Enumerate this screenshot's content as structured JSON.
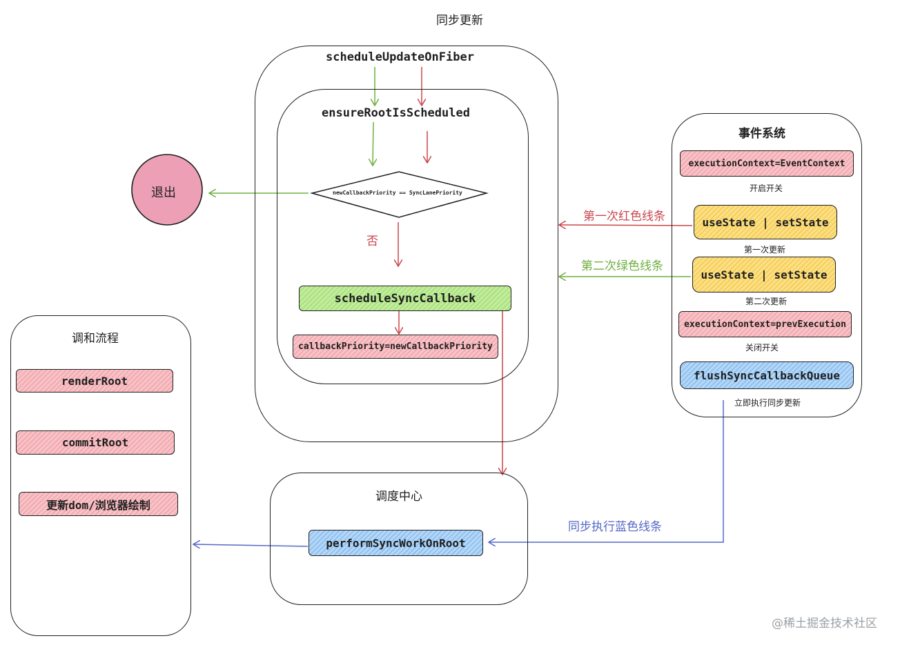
{
  "title": "同步更新",
  "main": {
    "outer_label": "scheduleUpdateOnFiber",
    "inner_label": "ensureRootIsScheduled",
    "decision": {
      "left": "newCallbackPriority",
      "op": "==",
      "right": "SyncLanePriority"
    },
    "no_label": "否",
    "sync_callback": "scheduleSyncCallback",
    "callback_priority": "callbackPriority=newCallbackPriority"
  },
  "exit_label": "退出",
  "event_system": {
    "title": "事件系统",
    "exec_event": "executionContext=EventContext",
    "open_switch": "开启开关",
    "use_state_1": "useState | setState",
    "first_update": "第一次更新",
    "use_state_2": "useState | setState",
    "second_update": "第二次更新",
    "exec_prev": "executionContext=prevExecution",
    "close_switch": "关闭开关",
    "flush": "flushSyncCallbackQueue",
    "flush_caption": "立即执行同步更新"
  },
  "arrow_labels": {
    "red": "第一次红色线条",
    "green": "第二次绿色线条",
    "blue": "同步执行蓝色线条"
  },
  "scheduler": {
    "title": "调度中心",
    "perform": "performSyncWorkOnRoot"
  },
  "reconcile": {
    "title": "调和流程",
    "render_root": "renderRoot",
    "commit_root": "commitRoot",
    "update_dom": "更新dom/浏览器绘制"
  },
  "watermark": "@稀土掘金技术社区",
  "colors": {
    "red_line": "#c9464c",
    "green_line": "#6fae3e",
    "blue_line": "#5468c6",
    "red_fill": "#f4a9b0",
    "green_fill": "#b5e68f",
    "yellow_fill": "#f9d86f",
    "blue_fill": "#a6ccf3",
    "exit_fill": "#ec9fb5"
  }
}
